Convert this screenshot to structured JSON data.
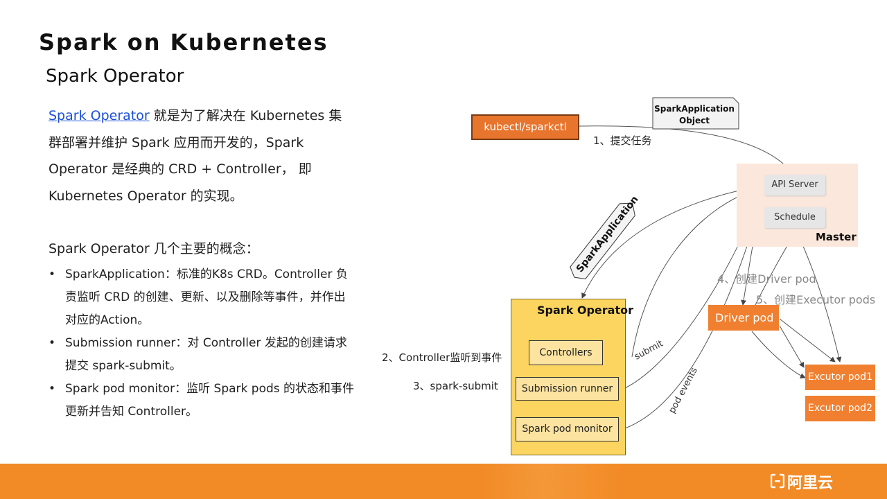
{
  "header": {
    "title": "Spark on Kubernetes",
    "subtitle": "Spark Operator"
  },
  "intro": {
    "link": "Spark Operator",
    "text": " 就是为了解决在 Kubernetes 集群部署并维护 Spark 应用而开发的，Spark Operator 是经典的 CRD + Controller， 即 Kubernetes Operator 的实现。"
  },
  "concepts": {
    "heading": "Spark Operator 几个主要的概念：",
    "items": [
      "SparkApplication：标准的K8s CRD。Controller 负责监听 CRD 的创建、更新、以及删除等事件，并作出对应的Action。",
      "Submission runner：对 Controller 发起的创建请求提交 spark-submit。",
      "Spark pod monitor：监听 Spark pods 的状态和事件更新并告知 Controller。"
    ]
  },
  "diagram": {
    "kubectl": "kubectl/sparkctl",
    "object_line1": "SparkApplication",
    "object_line2": "Object",
    "step1": "1、提交任务",
    "api_server": "API Server",
    "schedule": "Schedule",
    "master": "Master",
    "spark_app_tag": "SparkApplication",
    "step4": "4、创建Driver pod",
    "step5": "5、创建Executor pods",
    "driver_pod": "Driver pod",
    "executor1": "Excutor pod1",
    "executor2": "Excutor pod2",
    "operator_title": "Spark Operator",
    "controllers": "Controllers",
    "submission_runner": "Submission runner",
    "pod_monitor": "Spark pod monitor",
    "step2": "2、Controller监听到事件",
    "step3": "3、spark-submit",
    "submit": "submit",
    "pod_events": "pod events"
  },
  "footer": {
    "brand": "阿里云"
  },
  "colors": {
    "accent": "#f28a26",
    "orange_box": "#e8752d",
    "operator_yellow": "#fbd560",
    "link": "#1a4fd6"
  }
}
